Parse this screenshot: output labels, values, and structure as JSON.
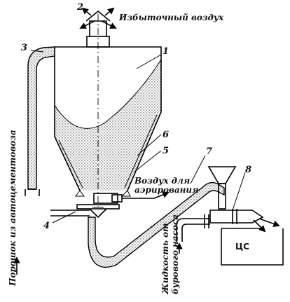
{
  "labels": {
    "n1": "1",
    "n2": "2",
    "n3": "3",
    "n4": "4",
    "n5": "5",
    "n6": "6",
    "n7": "7",
    "n8": "8",
    "excess_air": "Избыточный воздух",
    "aeration_air_line1": "Воздух для",
    "aeration_air_line2": "аэрирования",
    "powder_from_truck": "Порошок из автоцементовоза",
    "liquid_line1": "Жидкость от",
    "liquid_line2": "бурового насоса",
    "cs": "ЦС"
  }
}
